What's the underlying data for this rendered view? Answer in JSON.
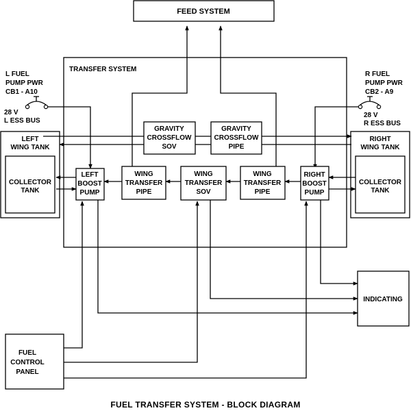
{
  "diagram_title": "FUEL TRANSFER SYSTEM - BLOCK DIAGRAM",
  "feed_system": "FEED SYSTEM",
  "transfer_system": "TRANSFER SYSTEM",
  "left_wing_tank": [
    "LEFT",
    "WING TANK"
  ],
  "right_wing_tank": [
    "RIGHT",
    "WING TANK"
  ],
  "left_collector_tank": [
    "COLLECTOR",
    "TANK"
  ],
  "right_collector_tank": [
    "COLLECTOR",
    "TANK"
  ],
  "left_boost_pump": [
    "LEFT",
    "BOOST",
    "PUMP"
  ],
  "right_boost_pump": [
    "RIGHT",
    "BOOST",
    "PUMP"
  ],
  "left_wing_transfer_pipe": [
    "WING",
    "TRANSFER",
    "PIPE"
  ],
  "wing_transfer_sov": [
    "WING",
    "TRANSFER",
    "SOV"
  ],
  "right_wing_transfer_pipe": [
    "WING",
    "TRANSFER",
    "PIPE"
  ],
  "gravity_crossflow_sov": [
    "GRAVITY",
    "CROSSFLOW",
    "SOV"
  ],
  "gravity_crossflow_pipe": [
    "GRAVITY",
    "CROSSFLOW",
    "PIPE"
  ],
  "indicating": "INDICATING",
  "fuel_control_panel": [
    "FUEL",
    "CONTROL",
    "PANEL"
  ],
  "left_power": {
    "name": [
      "L FUEL",
      "PUMP PWR",
      "CB1 - A10"
    ],
    "bus": [
      "28 V",
      "L ESS BUS"
    ]
  },
  "right_power": {
    "name": [
      "R FUEL",
      "PUMP PWR",
      "CB2 - A9"
    ],
    "bus": [
      "28 V",
      "R ESS BUS"
    ]
  }
}
